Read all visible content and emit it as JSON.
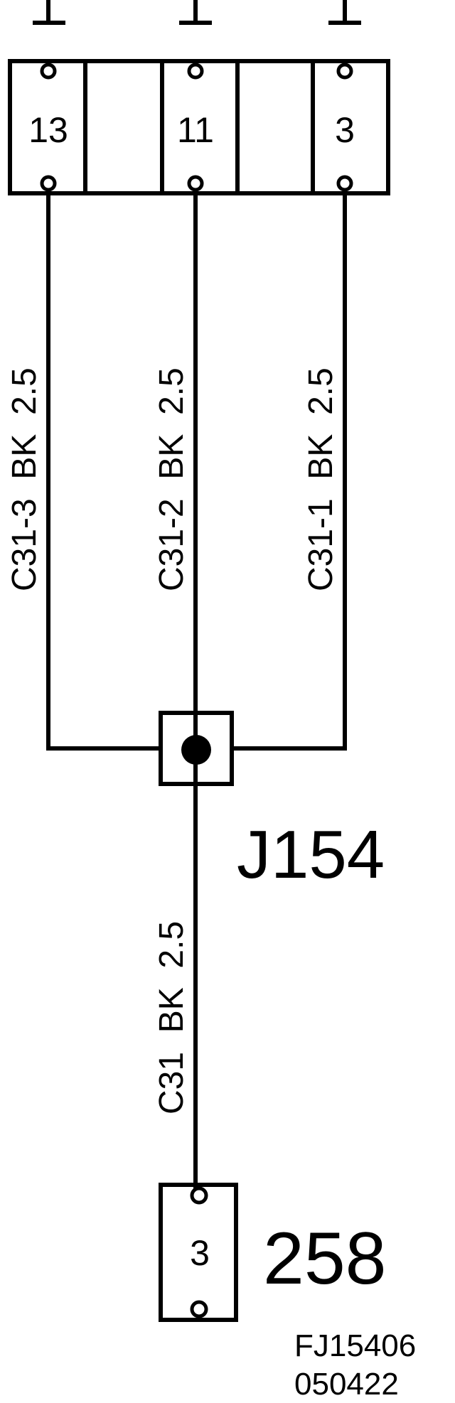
{
  "connector_top": {
    "pins": [
      "13",
      "11",
      "3"
    ]
  },
  "wires": [
    {
      "label": "C31-3  BK  2.5"
    },
    {
      "label": "C31-2  BK  2.5"
    },
    {
      "label": "C31-1  BK  2.5"
    },
    {
      "label": "C31  BK  2.5"
    }
  ],
  "splice": {
    "label": "J154"
  },
  "connector_bottom": {
    "label": "258",
    "pin": "3"
  },
  "footer": {
    "code": "FJ15406",
    "date": "050422"
  }
}
